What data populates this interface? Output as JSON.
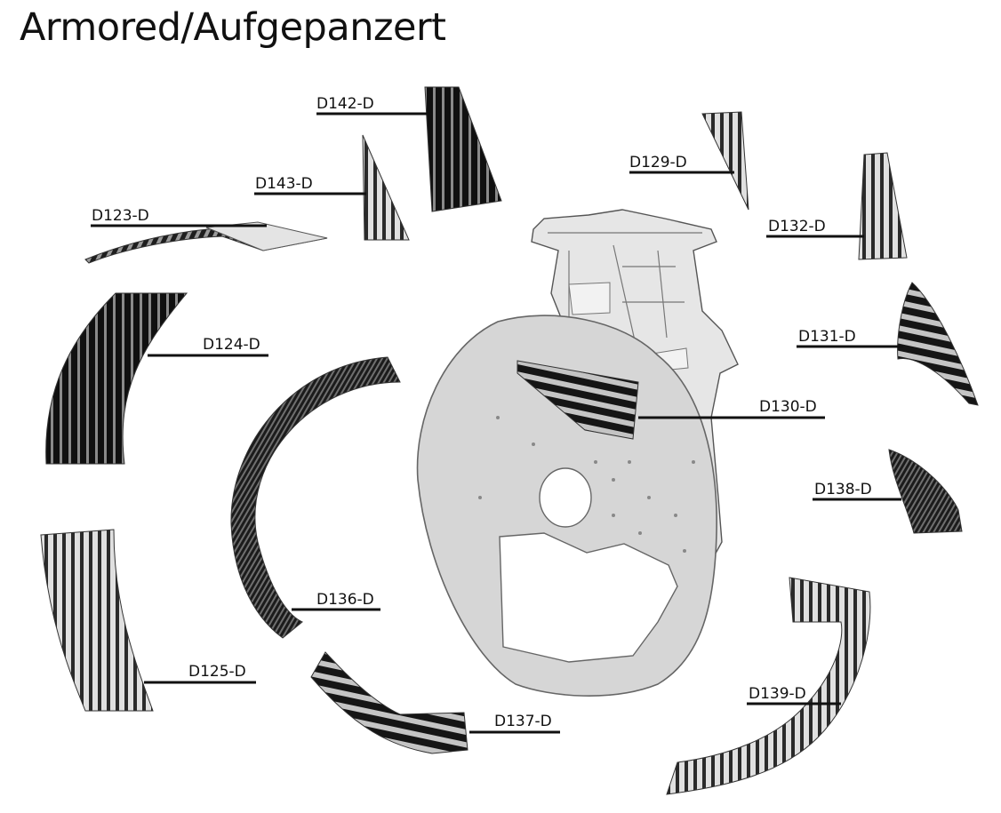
{
  "title": "Armored/Aufgepanzert",
  "labels": {
    "d142": "D142-D",
    "d143": "D143-D",
    "d123": "D123-D",
    "d129": "D129-D",
    "d132": "D132-D",
    "d124": "D124-D",
    "d131": "D131-D",
    "d130": "D130-D",
    "d138": "D138-D",
    "d136": "D136-D",
    "d125": "D125-D",
    "d137": "D137-D",
    "d139": "D139-D"
  }
}
